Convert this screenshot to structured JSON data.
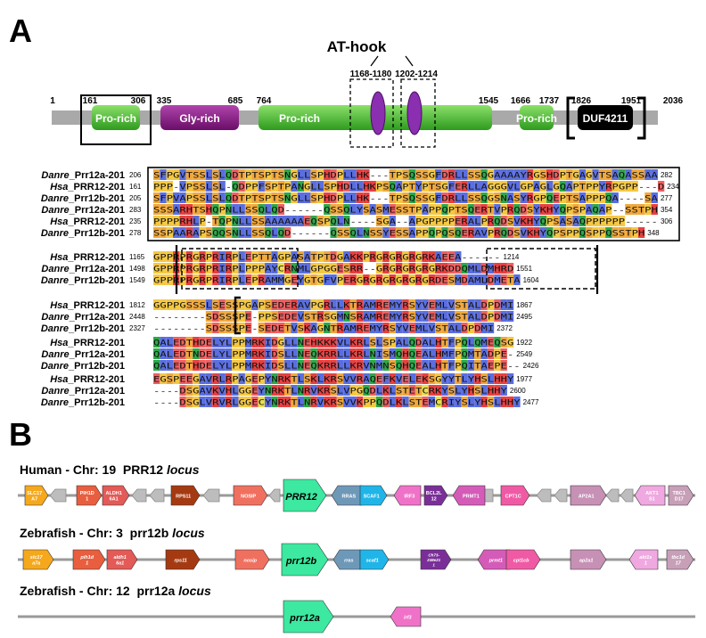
{
  "panel_a": {
    "label": "A",
    "at_hook_title": "AT-hook",
    "ranges": {
      "at1": "1168-1180",
      "at2": "1202-1214"
    },
    "positions": [
      "1",
      "161",
      "306",
      "335",
      "685",
      "764",
      "1545",
      "1666",
      "1737",
      "1826",
      "1951",
      "2036"
    ],
    "domains": [
      {
        "label": "Pro-rich",
        "color": "#3ca82a"
      },
      {
        "label": "Gly-rich",
        "color": "#7b1779"
      },
      {
        "label": "Pro-rich",
        "color": "#3ca82a"
      },
      {
        "label": "Pro-rich",
        "color": "#3ca82a"
      },
      {
        "label": "DUF4211",
        "color": "#000000"
      }
    ],
    "alignment_blocks": [
      {
        "rows": [
          {
            "name_italic": "Danre",
            "name_rest": "_Prr12a-201",
            "start": "206",
            "end": "282",
            "seq": "SFPGVTSSLSLQDTPTSPTSNGLLSPHDPLLHK---TPSQSSGFDRLLSSQGAAAAYRGSHDPTGAGVTSAQASSAA"
          },
          {
            "name_italic": "Hsa",
            "name_rest": "_PRR12-201",
            "start": "161",
            "end": "234",
            "seq": "PPP-VPSSLSL-QDPPFSPTPANGLLSPHDLLHKPSQAPTYPTSGFERLLAGGGVLGPAGLGQAPTPPYRPGPP---D"
          },
          {
            "name_italic": "Danre",
            "name_rest": "_Prr12b-201",
            "start": "205",
            "end": "277",
            "seq": "SFPVAPSSLSLQDTPTSPTSNGLLSPHDPLLHK---TPSQSSGFDRLLSSQGSNASYRGPQEPTSAPPPQA----SA"
          },
          {
            "name_italic": "Danre",
            "name_rest": "_Prr12a-201",
            "start": "283",
            "end": "354",
            "seq": "SSSARHTSHQPNLLSSQLQD------QSSQLYSASMESSTPAPPQPTSQERTVPRQDSYKHYQPSPAQAP--SSTPH"
          },
          {
            "name_italic": "Hsa",
            "name_rest": "_PRR12-201",
            "start": "235",
            "end": "306",
            "seq": "PPPPRHLP-TQPNLLSSAAAAAAEQSPQLN----SGA--APGPPPPERALPRQDSVKHYQPSASAQPPPPPP-----"
          },
          {
            "name_italic": "Danre",
            "name_rest": "_Prr12b-201",
            "start": "278",
            "end": "348",
            "seq": "SSPAARAPSQQSNLLSSQLQD------QSSQLNSSYESSAPPQPQSQERAVPRQDSVKHYQPSPPQSPPQSSTPH"
          }
        ]
      },
      {
        "rows": [
          {
            "name_italic": "Hsa",
            "name_rest": "_PRR12-201",
            "start": "1165",
            "end": "1214",
            "seq": "GPPRPRGRPRIRPLEPTTAGPASATPTDGAKKPRGRGRGRGRKAEEA------"
          },
          {
            "name_italic": "Danre",
            "name_rest": "_Prr12a-201",
            "start": "1498",
            "end": "1551",
            "seq": "GPPRPRGRPRIRPLPPPAYCRNMLGPGGESRR--GRGRGRGRGRKDDQMLDMHRD"
          },
          {
            "name_italic": "Danre",
            "name_rest": "_Prr12b-201",
            "start": "1549",
            "end": "1604",
            "seq": "GPPRPRGRPRIRPLEPRAMMGEYGTGFVPERGRGRGRGRGRGRDESMDAMLDMETA"
          }
        ]
      },
      {
        "rows": [
          {
            "name_italic": "Hsa",
            "name_rest": "_PRR12-201",
            "start": "1812",
            "end": "1867",
            "seq": "GGPPGSSSLSESSPGAPSEDERAVPGRLLKTRAMREMYRSYVEMLVSTALDPDMI"
          },
          {
            "name_italic": "Danre",
            "name_rest": "_Prr12a-201",
            "start": "2448",
            "end": "2495",
            "seq": "--------SDSSSPE-PPSEDEVSTRSGMNSRAMREMYRSYVEMLVSTALDPDMI"
          },
          {
            "name_italic": "Danre",
            "name_rest": "_Prr12b-201",
            "start": "2327",
            "end": "2372",
            "seq": "--------SDSSSPE-SEDETVSKAGNTRAMREMYRSYVEMLVSTALDPDMI"
          }
        ]
      },
      {
        "rows": [
          {
            "name_italic": "Hsa",
            "name_rest": "_PRR12-201",
            "start": "",
            "end": "1922",
            "seq": "QALEDTHDELYLPPMRKIDGLLNEHKKKVLKRLSLSPALQDALHTFPQLQMEQSG"
          },
          {
            "name_italic": "Danre",
            "name_rest": "_Prr12a-201",
            "start": "",
            "end": "2549",
            "seq": "QALEDTNDELYLPPMRKIDSLLNEQKRRLLKRLNISMQHQEALHMFPQMTADPE-"
          },
          {
            "name_italic": "Danre",
            "name_rest": "_Prr12b-201",
            "start": "",
            "end": "2426",
            "seq": "QALEDTHDELYLPPMRKIDSLLNEQKRRLLKRVNMNSQHQEALHTFPQITAEPE--"
          }
        ]
      },
      {
        "rows": [
          {
            "name_italic": "Hsa",
            "name_rest": "_PRR12-201",
            "start": "",
            "end": "1977",
            "seq": "EGSPEEGAVRLRPAGEPYNRKTLSKLKRSVVRAQEFKVELEKSGYYTLYHSLHHY"
          },
          {
            "name_italic": "Danre",
            "name_rest": "_Prr12a-201",
            "start": "",
            "end": "2600",
            "seq": "----DSGAVKVHLGGEYNRKTLNRVKRSLVPGQDLKLSTETCRKYSLYHSLHHY"
          },
          {
            "name_italic": "Danre",
            "name_rest": "_Prr12b-201",
            "start": "",
            "end": "2477",
            "seq": "----DSGLVRVRLGGECYNRKTLNRVKRSVVKPPQDLKLSTEMCRIYSLYHSLHHY"
          }
        ]
      }
    ]
  },
  "panel_b": {
    "label": "B",
    "loci": [
      {
        "species": "Human",
        "rest": " - Chr: 19  PRR12 ",
        "italic": "locus",
        "genes": [
          {
            "label": "SLC17\nA7",
            "color": "#f5a81c",
            "dir": "R"
          },
          {
            "label": "PIH1D\n1",
            "color": "#e85e3e",
            "dir": "R"
          },
          {
            "label": "ALDH1\n6A1",
            "color": "#e35a57",
            "dir": "R"
          },
          {
            "label": "RPS11",
            "color": "#a53a12",
            "dir": "R"
          },
          {
            "label": "NOSIP",
            "color": "#f07060",
            "dir": "R"
          },
          {
            "label": "PRR12",
            "color": "#3de8a0",
            "dir": "R"
          },
          {
            "label": "RRAS",
            "color": "#6e98b8",
            "dir": "L"
          },
          {
            "label": "SCAF1",
            "color": "#20b5e8",
            "dir": "R"
          },
          {
            "label": "IRF3",
            "color": "#f072c8",
            "dir": "L"
          },
          {
            "label": "BCL2L\n12",
            "color": "#7a2f98",
            "dir": "R"
          },
          {
            "label": "PRMT1",
            "color": "#d55bb8",
            "dir": "L"
          },
          {
            "label": "CPT1C",
            "color": "#f05aa5",
            "dir": "R"
          },
          {
            "label": "AP2A1",
            "color": "#c790b5",
            "dir": "R"
          },
          {
            "label": "AKT1\nS1",
            "color": "#f0a8e0",
            "dir": "L"
          },
          {
            "label": "TBC1\nD17",
            "color": "#c7a0b8",
            "dir": "R"
          }
        ]
      },
      {
        "species": "Zebrafish",
        "rest": " - Chr: 3  prr12b ",
        "italic": "locus",
        "genes": [
          {
            "label": "slc17\na7a",
            "color": "#f5a81c",
            "dir": "R"
          },
          {
            "label": "pih1d\n1",
            "color": "#e85e3e",
            "dir": "R"
          },
          {
            "label": "aldh1\n6a1",
            "color": "#e35a57",
            "dir": "R"
          },
          {
            "label": "rps11",
            "color": "#a53a12",
            "dir": "R"
          },
          {
            "label": "nosip",
            "color": "#f07060",
            "dir": "R"
          },
          {
            "label": "prr12b",
            "color": "#3de8a0",
            "dir": "R"
          },
          {
            "label": "rras",
            "color": "#6e98b8",
            "dir": "L"
          },
          {
            "label": "scaf1",
            "color": "#20b5e8",
            "dir": "R"
          },
          {
            "label": "Ch73-\n248e21\n1",
            "color": "#7a2f98",
            "dir": "R"
          },
          {
            "label": "prmt1",
            "color": "#d55bb8",
            "dir": "L"
          },
          {
            "label": "cpt1cb",
            "color": "#f05aa5",
            "dir": "R"
          },
          {
            "label": "ap2a1",
            "color": "#c790b5",
            "dir": "R"
          },
          {
            "label": "akt1s\n1",
            "color": "#f0a8e0",
            "dir": "L"
          },
          {
            "label": "tbc1d\n17",
            "color": "#c7a0b8",
            "dir": "R"
          }
        ]
      },
      {
        "species": "Zebrafish",
        "rest": " - Chr: 12  prr12a ",
        "italic": "locus",
        "genes": [
          {
            "label": "prr12a",
            "color": "#3de8a0",
            "dir": "R"
          },
          {
            "label": "irf3",
            "color": "#f072c8",
            "dir": "L"
          }
        ]
      }
    ]
  },
  "colors": {
    "backbone": "#a9a9a9",
    "residue_ST": "#f0a83c",
    "residue_GP": "#f5c842",
    "residue_KRH": "#e84040",
    "residue_DE": "#ee6060",
    "residue_NQ": "#2ea84a",
    "residue_hydrophobic": "#5a6ee0",
    "residue_C": "#e8e050"
  }
}
